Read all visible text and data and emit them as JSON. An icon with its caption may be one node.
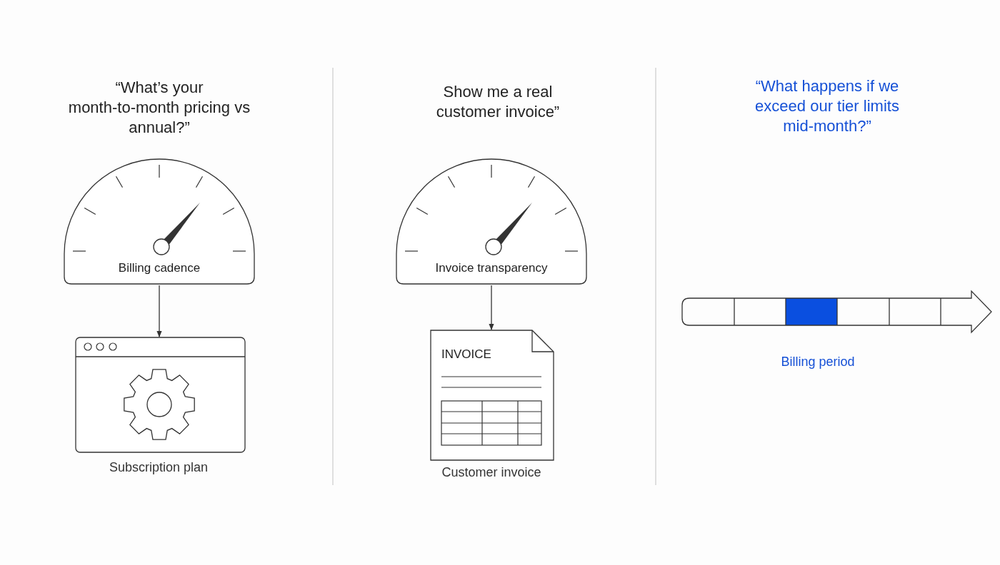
{
  "diagram": {
    "nodes": [
      {
        "text": [
          "Billing cadence"
        ]
      },
      {
        "text": [],
        "shape": "box",
        "beside": [
          "Subscription plan"
        ]
      },
      {
        "text": [
          "Invoice transparency"
        ]
      },
      {
        "text": [
          "INVOICE"
        ],
        "beside": [
          "Customer invoice"
        ]
      }
    ],
    "edges": [
      {
        "from": 0,
        "to": 1,
        "arrow": "to"
      },
      {
        "from": 2,
        "to": 3,
        "arrow": "to"
      }
    ],
    "labels": [
      "“What’s your month-to-month pricing vs annual?”",
      "Show me a real customer invoice”",
      "“What happens if we exceed our tier limits mid-month?”",
      "Billing period"
    ]
  }
}
